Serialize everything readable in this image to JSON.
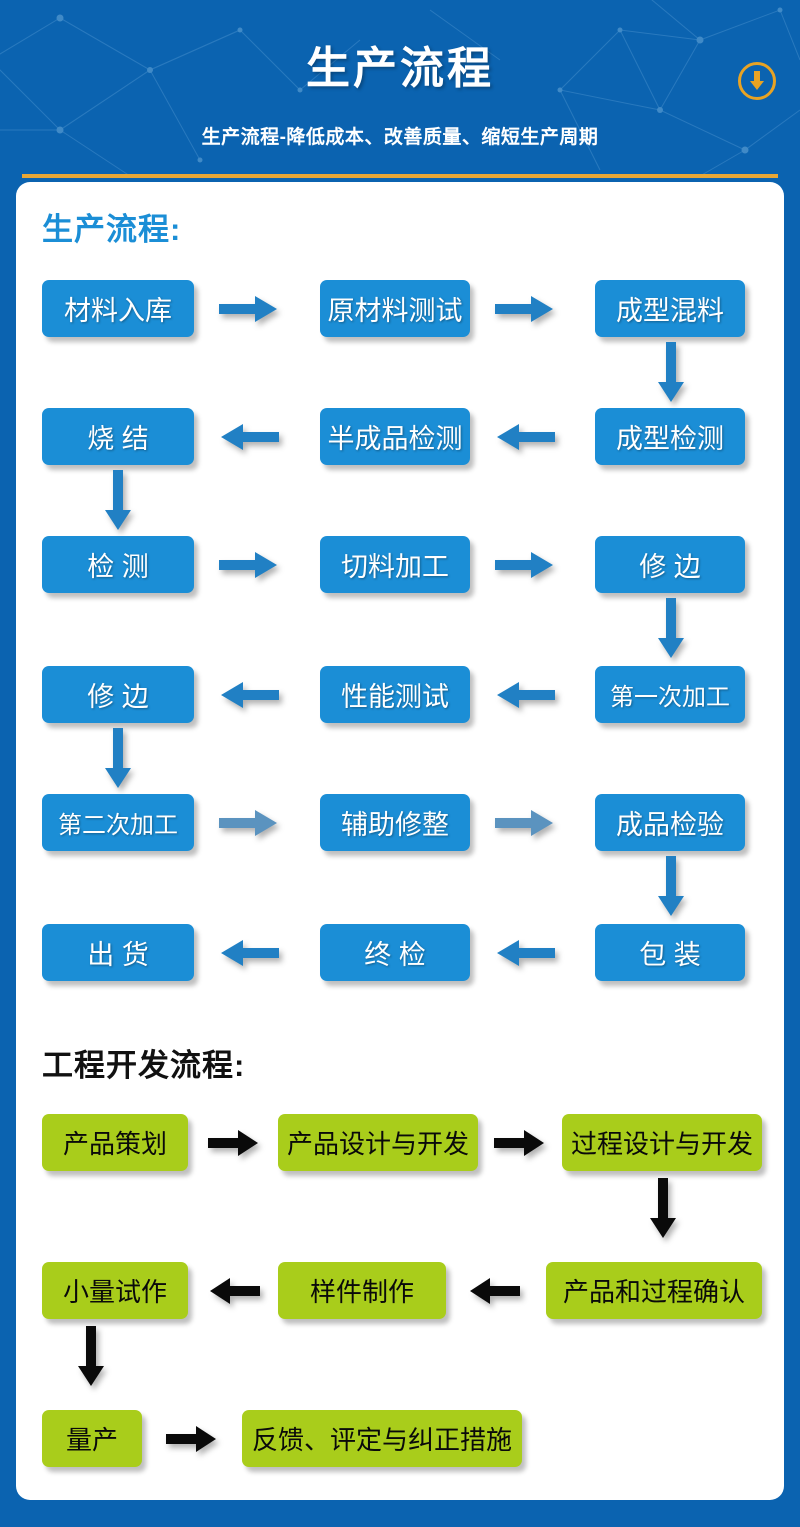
{
  "header": {
    "title": "生产流程",
    "subtitle": "生产流程-降低成本、改善质量、缩短生产周期",
    "download_icon": "download-arrow-icon"
  },
  "colors": {
    "frame_blue": "#0b63b0",
    "node_blue": "#1b8ed6",
    "node_green": "#a9cd1b",
    "gold_rule": "#e8a736",
    "badge_border": "#e8a324",
    "card_white": "#ffffff",
    "heading_blue": "#1b8ed6",
    "heading_black": "#111111",
    "arrow_blue": "#2180c4",
    "arrow_black": "#0a0a0a"
  },
  "sections": [
    {
      "id": "production",
      "heading": "生产流程:",
      "heading_color": "#1b8ed6",
      "node_style": "blue",
      "arrow_color": "#2180c4",
      "rows": [
        {
          "direction": "right",
          "nodes": [
            "材料入库",
            "原材料测试",
            "成型混料"
          ]
        },
        {
          "direction": "left",
          "nodes": [
            "烧  结",
            "半成品检测",
            "成型检测"
          ]
        },
        {
          "direction": "right",
          "nodes": [
            "检  测",
            "切料加工",
            "修  边"
          ]
        },
        {
          "direction": "left",
          "nodes": [
            "修  边",
            "性能测试",
            "第一次加工"
          ]
        },
        {
          "direction": "right",
          "nodes": [
            "第二次加工",
            "辅助修整",
            "成品检验"
          ]
        },
        {
          "direction": "left",
          "nodes": [
            "出  货",
            "终  检",
            "包  装"
          ]
        }
      ]
    },
    {
      "id": "engineering",
      "heading": "工程开发流程:",
      "heading_color": "#111111",
      "node_style": "green",
      "arrow_color": "#0a0a0a",
      "rows": [
        {
          "direction": "right",
          "nodes": [
            "产品策划",
            "产品设计与开发",
            "过程设计与开发"
          ]
        },
        {
          "direction": "left",
          "nodes": [
            "小量试作",
            "样件制作",
            "产品和过程确认"
          ]
        },
        {
          "direction": "right",
          "nodes": [
            "量产",
            "反馈、评定与纠正措施"
          ]
        }
      ]
    }
  ],
  "nodes": {
    "p_r1_c1": "材料入库",
    "p_r1_c2": "原材料测试",
    "p_r1_c3": "成型混料",
    "p_r2_c1": "烧  结",
    "p_r2_c2": "半成品检测",
    "p_r2_c3": "成型检测",
    "p_r3_c1": "检  测",
    "p_r3_c2": "切料加工",
    "p_r3_c3": "修  边",
    "p_r4_c1": "修  边",
    "p_r4_c2": "性能测试",
    "p_r4_c3": "第一次加工",
    "p_r5_c1": "第二次加工",
    "p_r5_c2": "辅助修整",
    "p_r5_c3": "成品检验",
    "p_r6_c1": "出  货",
    "p_r6_c2": "终  检",
    "p_r6_c3": "包  装",
    "e_r1_c1": "产品策划",
    "e_r1_c2": "产品设计与开发",
    "e_r1_c3": "过程设计与开发",
    "e_r2_c1": "小量试作",
    "e_r2_c2": "样件制作",
    "e_r2_c3": "产品和过程确认",
    "e_r3_c1": "量产",
    "e_r3_c2": "反馈、评定与纠正措施"
  },
  "headings": {
    "production": "生产流程:",
    "engineering": "工程开发流程:"
  }
}
